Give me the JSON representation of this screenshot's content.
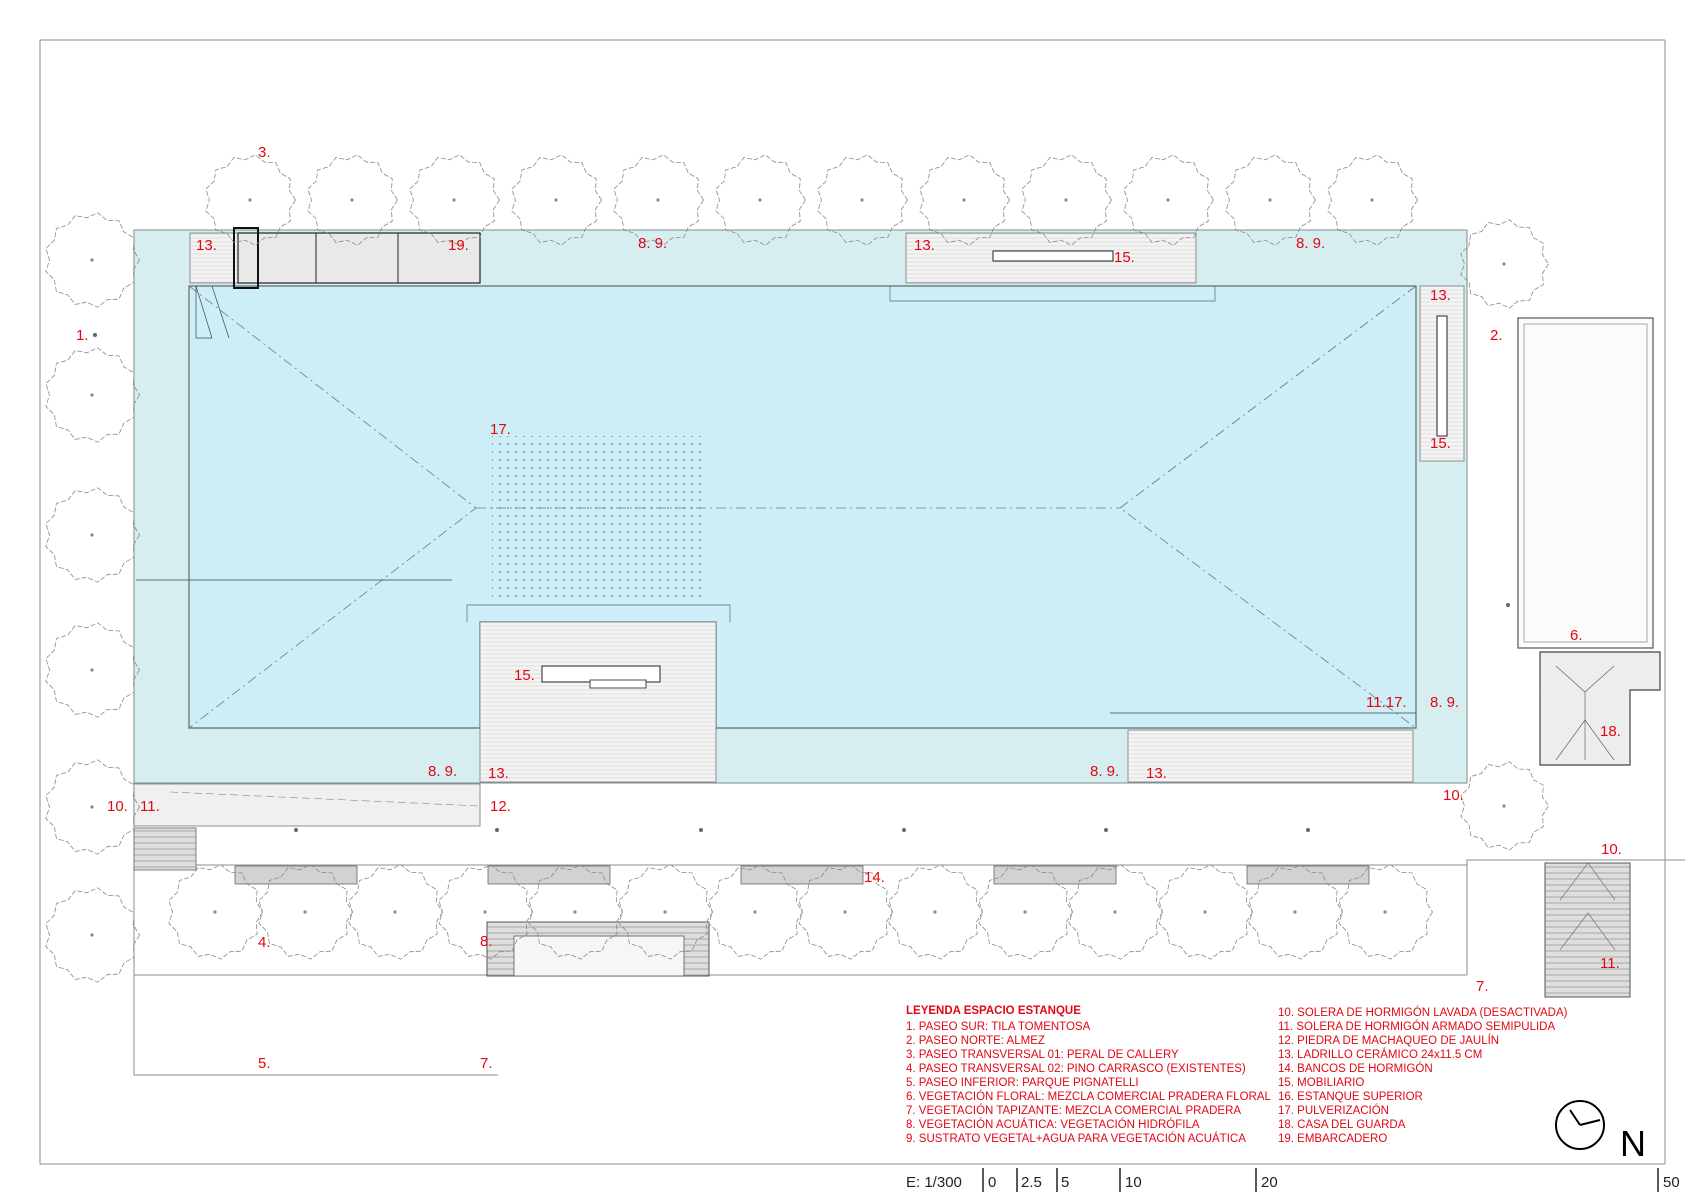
{
  "plan_labels": [
    {
      "id": "lbl-3",
      "text": "3."
    },
    {
      "id": "lbl-13-a",
      "text": "13."
    },
    {
      "id": "lbl-19",
      "text": "19."
    },
    {
      "id": "lbl-89-a",
      "text": "8. 9."
    },
    {
      "id": "lbl-13-b",
      "text": "13."
    },
    {
      "id": "lbl-15-a",
      "text": "15."
    },
    {
      "id": "lbl-89-b",
      "text": "8. 9."
    },
    {
      "id": "lbl-1",
      "text": "1."
    },
    {
      "id": "lbl-13-c",
      "text": "13."
    },
    {
      "id": "lbl-2",
      "text": "2."
    },
    {
      "id": "lbl-15-b",
      "text": "15."
    },
    {
      "id": "lbl-17",
      "text": "17."
    },
    {
      "id": "lbl-6",
      "text": "6."
    },
    {
      "id": "lbl-15-c",
      "text": "15."
    },
    {
      "id": "lbl-1117",
      "text": "11.17."
    },
    {
      "id": "lbl-89-c",
      "text": "8. 9."
    },
    {
      "id": "lbl-18",
      "text": "18."
    },
    {
      "id": "lbl-89-d",
      "text": "8. 9."
    },
    {
      "id": "lbl-13-d",
      "text": "13."
    },
    {
      "id": "lbl-89-e",
      "text": "8. 9."
    },
    {
      "id": "lbl-13-e",
      "text": "13."
    },
    {
      "id": "lbl-10-a",
      "text": "10."
    },
    {
      "id": "lbl-11-a",
      "text": "11."
    },
    {
      "id": "lbl-12",
      "text": "12."
    },
    {
      "id": "lbl-10-b",
      "text": "10."
    },
    {
      "id": "lbl-10-c",
      "text": "10."
    },
    {
      "id": "lbl-14",
      "text": "14."
    },
    {
      "id": "lbl-4",
      "text": "4."
    },
    {
      "id": "lbl-8",
      "text": "8."
    },
    {
      "id": "lbl-11-b",
      "text": "11."
    },
    {
      "id": "lbl-7-a",
      "text": "7."
    },
    {
      "id": "lbl-5",
      "text": "5."
    },
    {
      "id": "lbl-7-b",
      "text": "7."
    }
  ],
  "legend": {
    "title": "LEYENDA ESPACIO ESTANQUE",
    "items": [
      "1. PASEO SUR: TILA TOMENTOSA",
      "2. PASEO NORTE: ALMEZ",
      "3. PASEO TRANSVERSAL 01: PERAL DE CALLERY",
      "4. PASEO TRANSVERSAL 02: PINO CARRASCO (EXISTENTES)",
      "5. PASEO INFERIOR: PARQUE PIGNATELLI",
      "6. VEGETACIÓN FLORAL: MEZCLA COMERCIAL PRADERA FLORAL",
      "7. VEGETACIÓN TAPIZANTE: MEZCLA COMERCIAL PRADERA",
      "8. VEGETACIÓN ACUÁTICA: VEGETACIÓN HIDRÓFILA",
      "9. SUSTRATO VEGETAL+AGUA PARA VEGETACIÓN ACUÁTICA",
      "10. SOLERA DE HORMIGÓN LAVADA (DESACTIVADA)",
      "11. SOLERA DE HORMIGÓN ARMADO SEMIPULIDA",
      "12. PIEDRA DE MACHAQUEO DE JAULÍN",
      "13. LADRILLO CERÁMICO 24x11.5 CM",
      "14. BANCOS DE HORMIGÓN",
      "15. MOBILIARIO",
      "16. ESTANQUE SUPERIOR",
      "17. PULVERIZACIÓN",
      "18. CASA DEL GUARDA",
      "19. EMBARCADERO"
    ]
  },
  "scale_bar": {
    "label": "E: 1/300",
    "marks": [
      "0",
      "2.5",
      "5",
      "10",
      "20",
      "50"
    ]
  },
  "north": {
    "label": "N"
  },
  "colors": {
    "water": "#cdeef6",
    "vegetation": "#d7eef0",
    "annotation": "#e30613",
    "paving": "#ececec",
    "bench": "#d2d2d2"
  }
}
